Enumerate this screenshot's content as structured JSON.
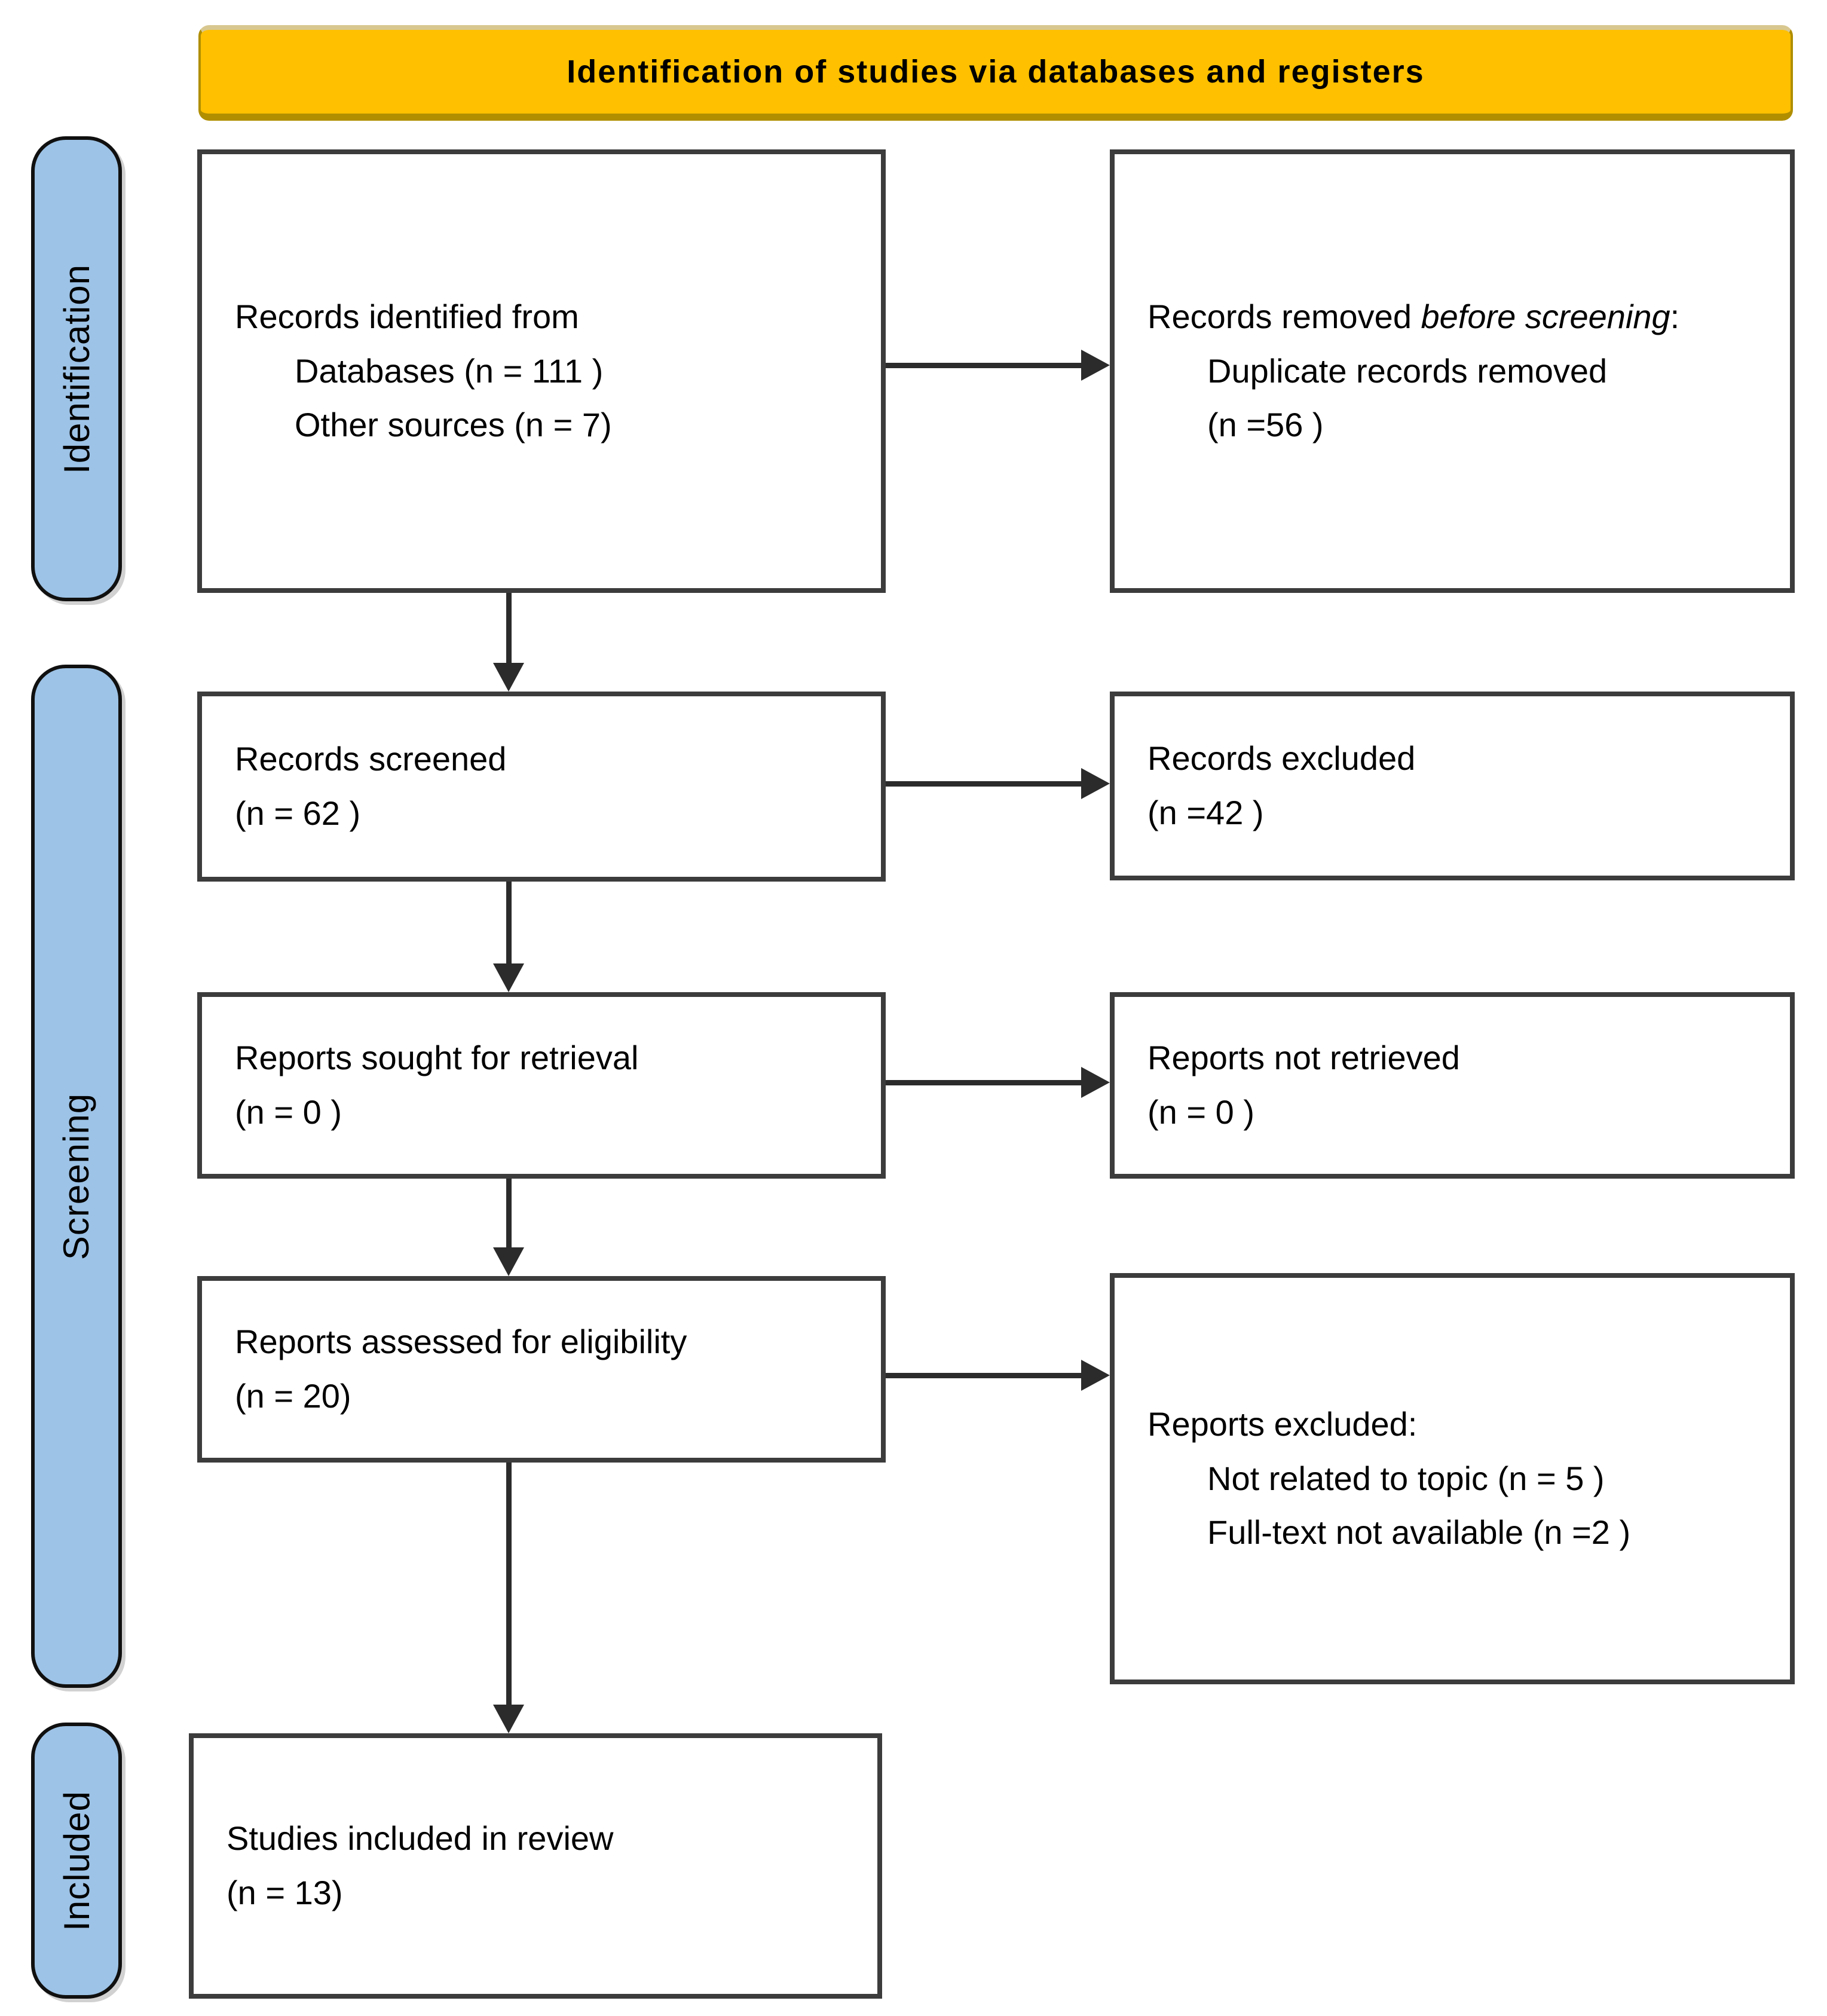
{
  "title_banner": {
    "text": "Identification of studies via databases and registers"
  },
  "colors": {
    "banner_bg": "#FFC000",
    "banner_shadow": "#B08E00",
    "stage_fill": "#9DC3E6",
    "box_border": "#3C3C3C",
    "arrow": "#2B2B2B",
    "text": "#000000"
  },
  "stages": [
    {
      "label": "Identification"
    },
    {
      "label": "Screening"
    },
    {
      "label": "Included"
    }
  ],
  "boxes": [
    {
      "id": "records-identified",
      "lines": [
        {
          "indent": 0,
          "segments": [
            {
              "text": "Records identified from"
            }
          ]
        },
        {
          "indent": 1,
          "segments": [
            {
              "text": "Databases (n = 111 )"
            }
          ]
        },
        {
          "indent": 1,
          "segments": [
            {
              "text": "Other sources (n = 7)"
            }
          ]
        }
      ]
    },
    {
      "id": "records-removed-before-screening",
      "lines": [
        {
          "indent": 0,
          "segments": [
            {
              "text": "Records removed "
            },
            {
              "text": "before screening",
              "italic": true
            },
            {
              "text": ":"
            }
          ]
        },
        {
          "indent": 1,
          "segments": [
            {
              "text": "Duplicate records removed"
            }
          ]
        },
        {
          "indent": 1,
          "segments": [
            {
              "text": "(n =56 )"
            }
          ]
        }
      ]
    },
    {
      "id": "records-screened",
      "lines": [
        {
          "indent": 0,
          "segments": [
            {
              "text": "Records screened"
            }
          ]
        },
        {
          "indent": 0,
          "segments": [
            {
              "text": "(n = 62 )"
            }
          ]
        }
      ]
    },
    {
      "id": "records-excluded",
      "lines": [
        {
          "indent": 0,
          "segments": [
            {
              "text": "Records excluded"
            }
          ]
        },
        {
          "indent": 0,
          "segments": [
            {
              "text": "(n =42 )"
            }
          ]
        }
      ]
    },
    {
      "id": "reports-sought",
      "lines": [
        {
          "indent": 0,
          "segments": [
            {
              "text": "Reports sought for retrieval"
            }
          ]
        },
        {
          "indent": 0,
          "segments": [
            {
              "text": "(n = 0 )"
            }
          ]
        }
      ]
    },
    {
      "id": "reports-not-retrieved",
      "lines": [
        {
          "indent": 0,
          "segments": [
            {
              "text": "Reports not retrieved"
            }
          ]
        },
        {
          "indent": 0,
          "segments": [
            {
              "text": "(n = 0 )"
            }
          ]
        }
      ]
    },
    {
      "id": "reports-assessed",
      "lines": [
        {
          "indent": 0,
          "segments": [
            {
              "text": "Reports assessed for eligibility"
            }
          ]
        },
        {
          "indent": 0,
          "segments": [
            {
              "text": "(n = 20)"
            }
          ]
        }
      ]
    },
    {
      "id": "reports-excluded",
      "lines": [
        {
          "indent": 0,
          "segments": [
            {
              "text": "Reports excluded:"
            }
          ]
        },
        {
          "indent": 1,
          "segments": [
            {
              "text": "Not related to topic (n = 5 )"
            }
          ]
        },
        {
          "indent": 1,
          "segments": [
            {
              "text": "Full-text not available (n =2 )"
            }
          ]
        }
      ]
    },
    {
      "id": "studies-included",
      "lines": [
        {
          "indent": 0,
          "segments": [
            {
              "text": "Studies included in review"
            }
          ]
        },
        {
          "indent": 0,
          "segments": [
            {
              "text": "(n = 13)"
            }
          ]
        }
      ]
    }
  ]
}
